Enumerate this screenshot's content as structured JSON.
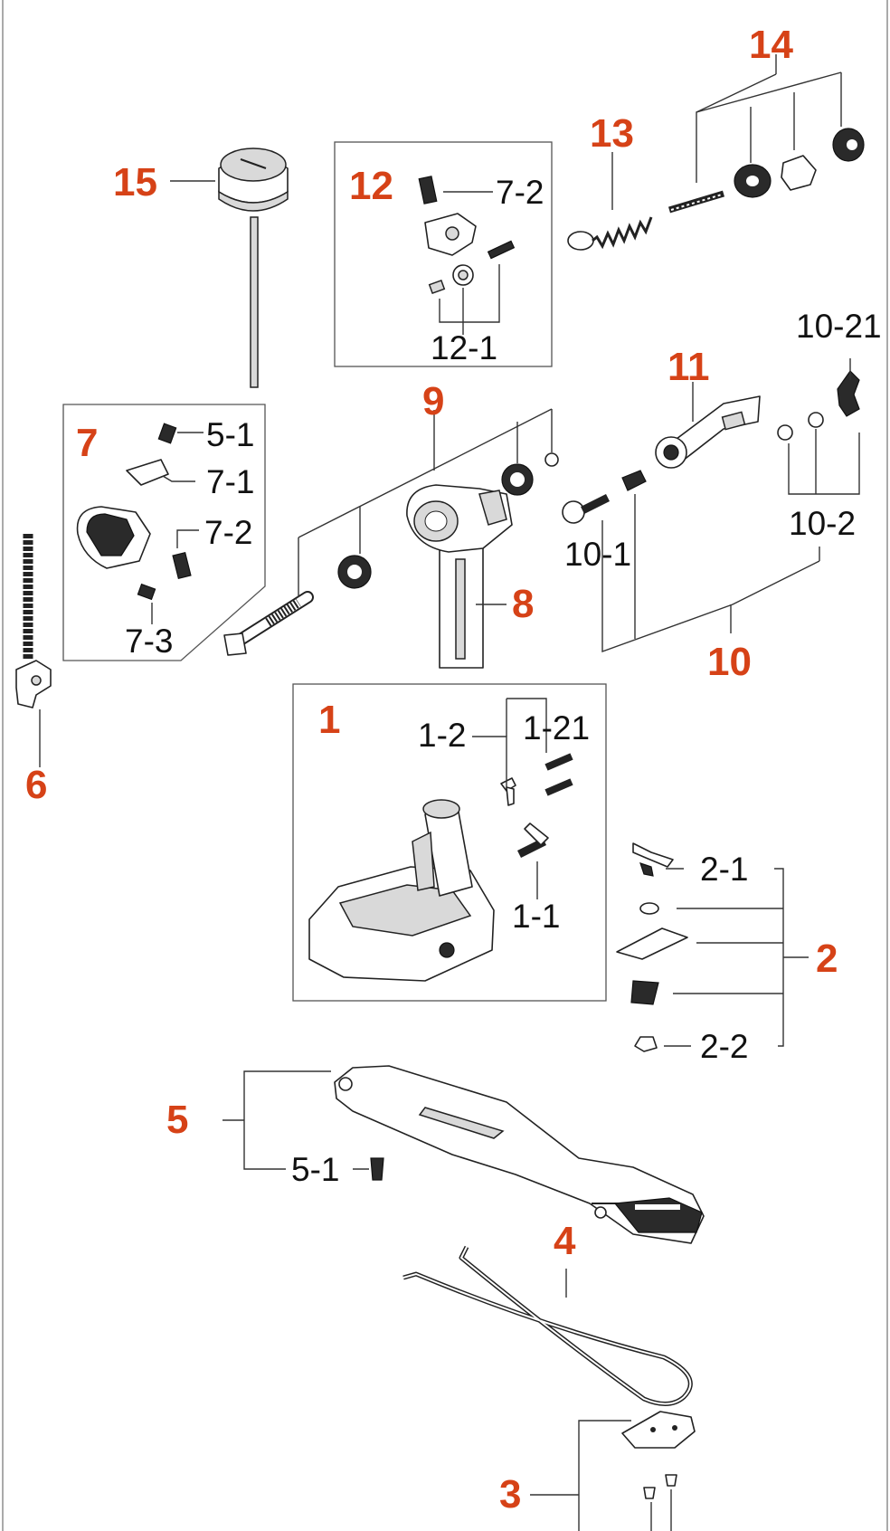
{
  "colors": {
    "callout_red": "#d64217",
    "line": "#333333",
    "border": "#aaaaaa"
  },
  "main_labels": [
    "15",
    "12",
    "13",
    "14",
    "7",
    "9",
    "11",
    "8",
    "10",
    "6",
    "1",
    "2",
    "5",
    "4",
    "3"
  ],
  "sub_labels": [
    "7-2",
    "12-1",
    "10-21",
    "5-1",
    "7-1",
    "7-2",
    "7-3",
    "10-2",
    "10-1",
    "1-2",
    "1-21",
    "1-1",
    "2-1",
    "2-2",
    "5-1"
  ]
}
